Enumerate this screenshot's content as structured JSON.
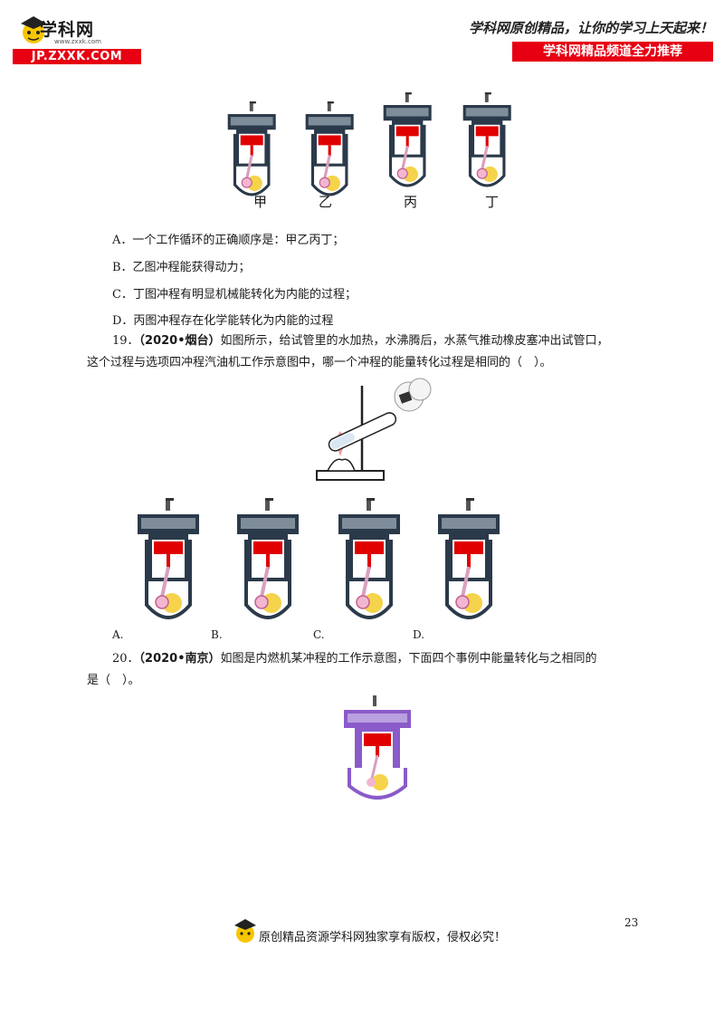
{
  "header": {
    "logo_name": "学科网",
    "logo_url": "www.zxxk.com",
    "logo_domain": "JP.ZXXK.COM",
    "slogan": "学科网原创精品，让你的学习上天起来！",
    "channel": "学科网精品频道全力推荐"
  },
  "figure1": {
    "labels": [
      "甲",
      "乙",
      "丙",
      "丁"
    ]
  },
  "q18_options": [
    "A．一个工作循环的正确顺序是：甲乙丙丁；",
    "B．乙图冲程能获得动力；",
    "C．丁图冲程有明显机械能转化为内能的过程；",
    "D．丙图冲程存在化学能转化为内能的过程"
  ],
  "q19": {
    "number": "19．",
    "source": "（2020•烟台）",
    "text_line1": "如图所示，给试管里的水加热，水沸腾后，水蒸气推动橡皮塞冲出试管口，",
    "text_line2": "这个过程与选项四冲程汽油机工作示意图中，哪一个冲程的能量转化过程是相同的（　）。",
    "option_labels": [
      "A.",
      "B.",
      "C.",
      "D."
    ]
  },
  "q20": {
    "number": "20．",
    "source": "（2020•南京）",
    "text_line1": "如图是内燃机某冲程的工作示意图，下面四个事例中能量转化与之相同的",
    "text_line2": "是（　）。"
  },
  "footer": {
    "page_number": "23",
    "copyright": "原创精品资源学科网独家享有版权，侵权必究！"
  },
  "colors": {
    "brand_red": "#e60012",
    "engine_frame": "#2b3a4a",
    "piston": "#e00000",
    "purple": "#8a5bc9"
  }
}
